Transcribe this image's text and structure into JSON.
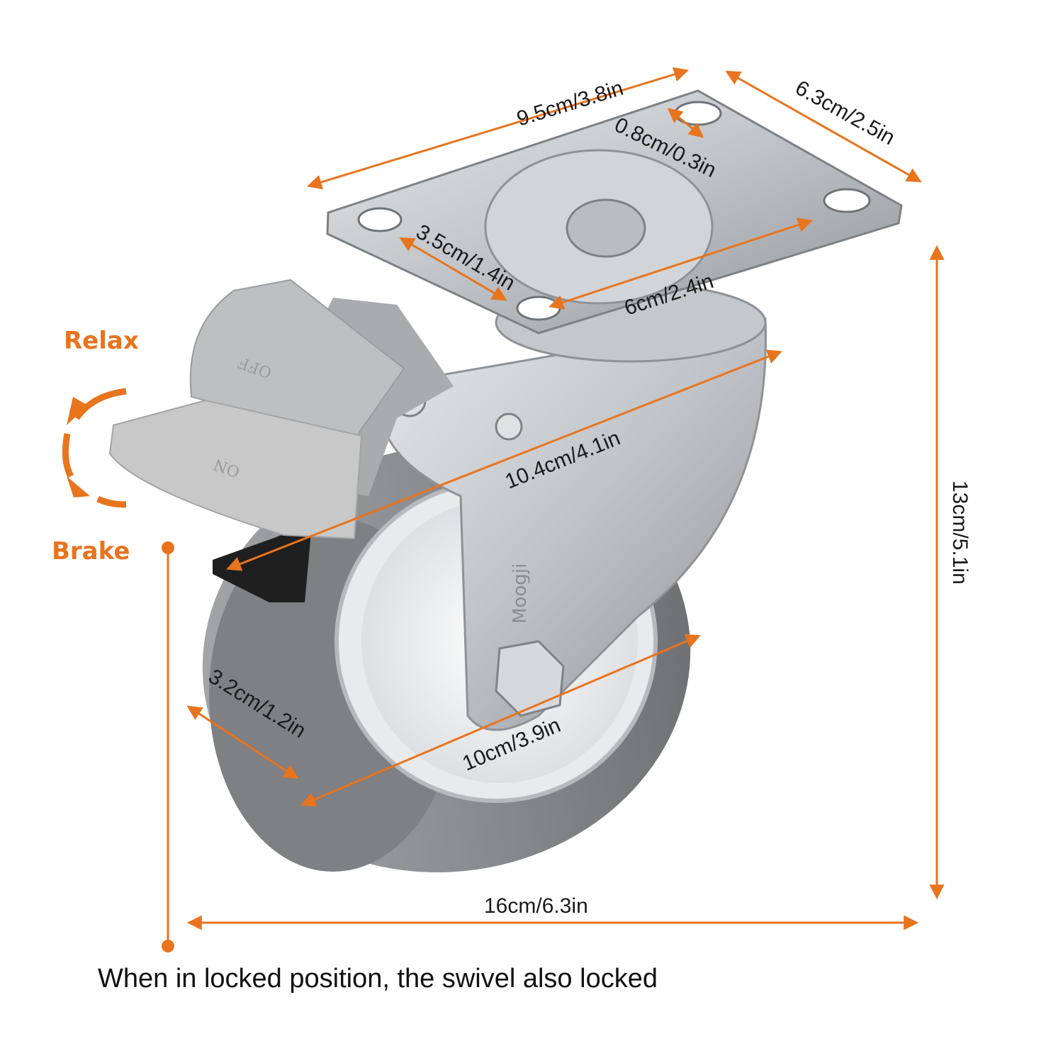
{
  "colors": {
    "accent": "#e8741e",
    "tire": "#8a8c90",
    "hub": "#f2f3f4",
    "steel": "#c9ccd0",
    "pedal": "#c8c8c8"
  },
  "dimensions": {
    "plate_length": "9.5cm/3.8in",
    "plate_width": "6.3cm/2.5in",
    "bolt_hole": "0.8cm/0.3in",
    "hole_spacing_short": "3.5cm/1.4in",
    "hole_spacing_long": "6cm/2.4in",
    "offset_length": "10.4cm/4.1in",
    "wheel_width": "3.2cm/1.2in",
    "wheel_diameter": "10cm/3.9in",
    "total_height": "13cm/5.1in",
    "total_length": "16cm/6.3in"
  },
  "brake": {
    "relax_label": "Relax",
    "brake_label": "Brake",
    "pedal_off_mark": "OFF",
    "pedal_on_mark": "ON"
  },
  "brand_mark": "Moogji",
  "caption": "When in locked position, the swivel also locked",
  "icons": {
    "rotation": "curved-arrow-icon",
    "dimension": "double-arrow-icon",
    "dot": "marker-dot-icon"
  }
}
